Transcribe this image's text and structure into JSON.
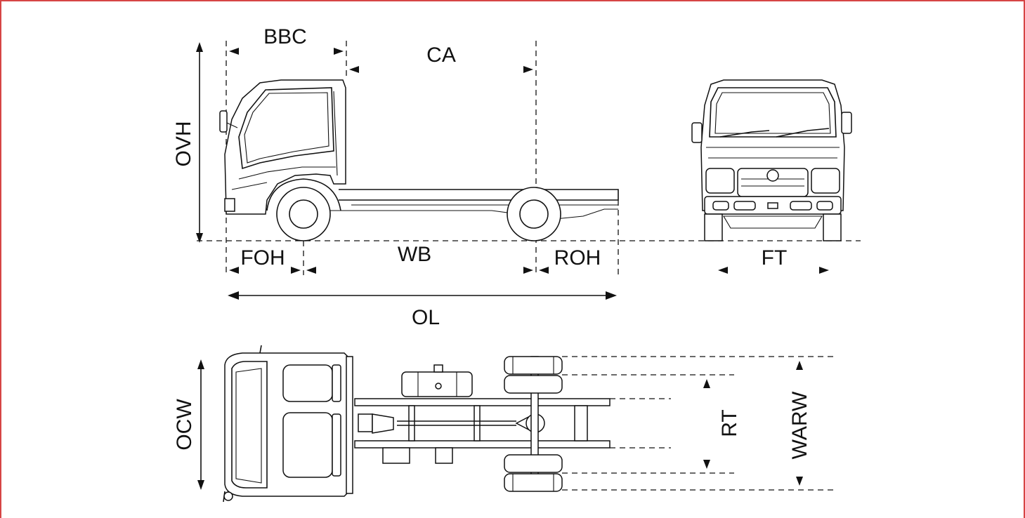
{
  "labels": {
    "bbc": "BBC",
    "ca": "CA",
    "ovh": "OVH",
    "foh": "FOH",
    "wb": "WB",
    "roh": "ROH",
    "ol": "OL",
    "ft": "FT",
    "ocw": "OCW",
    "rt": "RT",
    "warw": "WARW"
  },
  "colors": {
    "frame": "#d64545",
    "line": "#111111"
  }
}
